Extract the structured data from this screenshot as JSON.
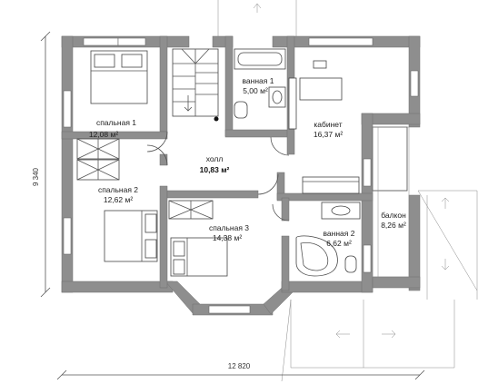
{
  "rooms": {
    "bedroom1": {
      "name": "спальная 1",
      "area": "12,08 м²"
    },
    "bathroom1": {
      "name": "ванная 1",
      "area": "5,00 м²"
    },
    "study": {
      "name": "кабинет",
      "area": "16,37 м²"
    },
    "hall": {
      "name": "холл",
      "area": "10,83 м²"
    },
    "bedroom2": {
      "name": "спальная 2",
      "area": "12,62 м²"
    },
    "bedroom3": {
      "name": "спальная 3",
      "area": "14,38 м²"
    },
    "bathroom2": {
      "name": "ванная 2",
      "area": "6,62 м²"
    },
    "balcony": {
      "name": "балкон",
      "area": "8,26 м²"
    }
  },
  "dimensions": {
    "width": "12 820",
    "depth": "9 340"
  }
}
